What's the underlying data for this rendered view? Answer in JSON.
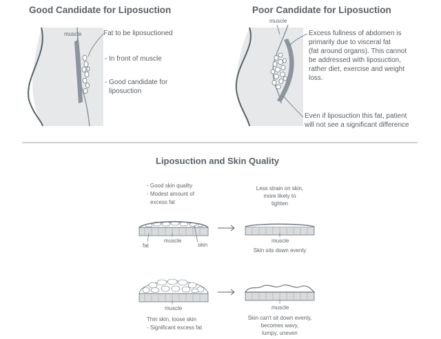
{
  "good": {
    "title": "Good Candidate for Liposuction",
    "muscle_label": "muscle",
    "fat_label": "Fat to be liposuctioned",
    "point1": "- In front of muscle",
    "point2_line1": "- Good candidate for",
    "point2_line2": "liposuction"
  },
  "poor": {
    "title": "Poor Candidate for Liposuction",
    "muscle_label": "muscle",
    "desc_lines": [
      "Excess fullness of abdomen is",
      "primarily due to visceral fat",
      "(fat around organs). This cannot",
      "be addressed with liposuction,",
      "rather diet, exercise and weight",
      "loss."
    ],
    "note_line1": "Even if liposuction this fat, patient",
    "note_line2": "will not see a significant difference"
  },
  "skin": {
    "title": "Liposuction and Skin Quality",
    "good_notes": [
      "- Good skin quality",
      "- Modest amount of",
      "excess fat"
    ],
    "good_result": [
      "Less strain on skin,",
      "more likely to",
      "tighten"
    ],
    "label_fat": "fat",
    "label_muscle": "muscle",
    "label_skin": "skin",
    "after_muscle": "muscle",
    "sits_evenly": "Skin sits down evenly",
    "bottom_muscle": "muscle",
    "bottom_after_muscle": "muscle",
    "poor_notes": [
      "Thin skin, loose skin",
      "- Significant excess fat"
    ],
    "poor_result": [
      "Skin can't sit down evenly,",
      "becomes wavy,",
      "lumpy, uneven"
    ]
  }
}
